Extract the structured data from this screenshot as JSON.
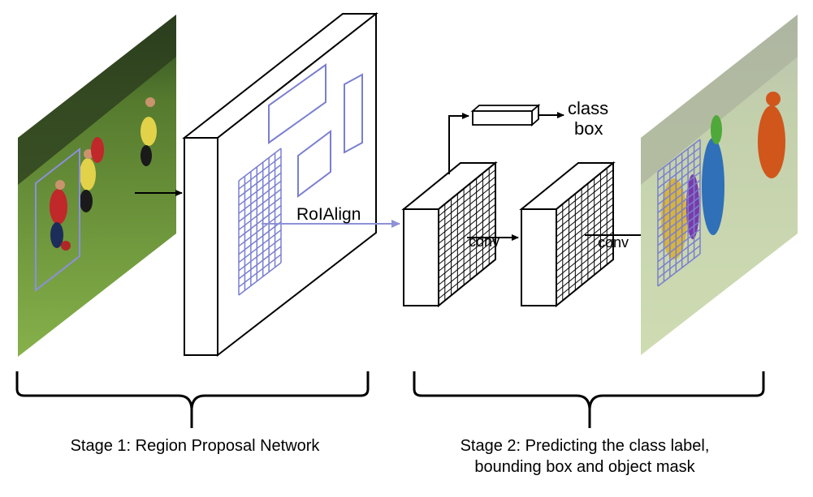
{
  "labels": {
    "roialign": "RoIAlign",
    "conv1": "conv",
    "conv2": "conv",
    "class": "class",
    "box": "box"
  },
  "captions": {
    "stage1": "Stage 1: Region Proposal Network",
    "stage2_line1": "Stage 2: Predicting the class label,",
    "stage2_line2": "bounding box and object mask"
  },
  "colors": {
    "roi": "#7a7fd0",
    "stroke": "#000000",
    "grass": "#6f9a3a",
    "mask_yellow": "#d8b43a",
    "mask_purple": "#7b3aa8",
    "mask_blue": "#3070b8",
    "mask_green": "#4fa83a",
    "mask_orange": "#d0561c"
  }
}
